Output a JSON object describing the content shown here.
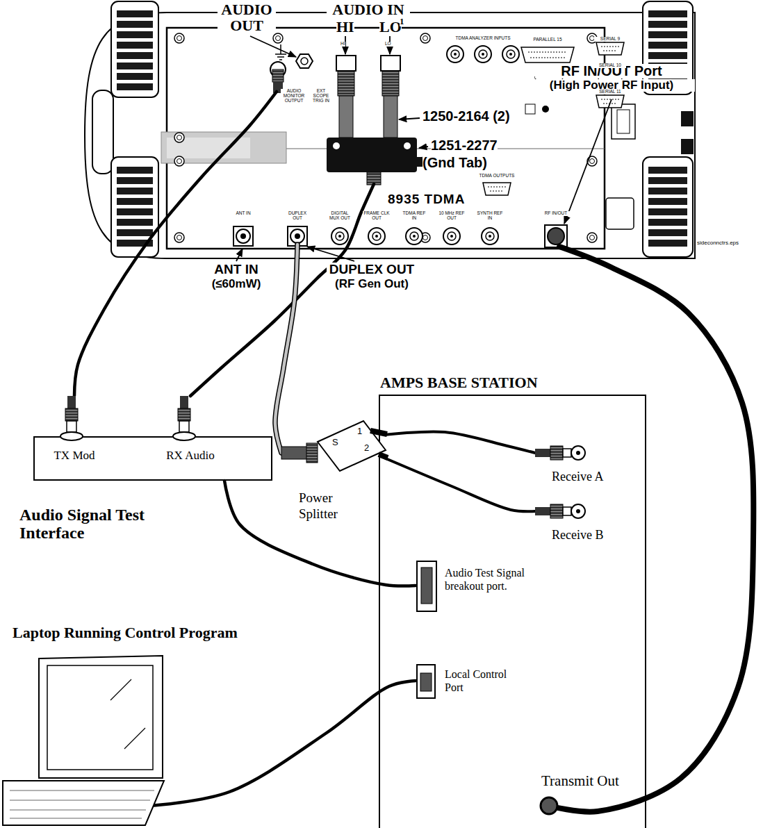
{
  "diagram": {
    "nodes": [
      {
        "text": [
          "8935 TDMA"
        ]
      },
      {
        "text": [
          "AMPS BASE STATION"
        ]
      },
      {
        "text": [
          "Power Splitter"
        ]
      },
      {
        "text": [
          "Receive A"
        ],
        "in": 1
      },
      {
        "text": [
          "Receive B"
        ],
        "in": 1
      },
      {
        "text": [
          "Audio Test Signal breakout port."
        ],
        "in": 1
      },
      {
        "text": [
          "Local Control Port"
        ],
        "in": 1
      },
      {
        "text": [
          "Transmit Out"
        ],
        "in": 1
      },
      {
        "text": [
          "Audio Signal Test Interface"
        ]
      },
      {
        "text": [
          "TX Mod"
        ],
        "in": 8
      },
      {
        "text": [
          "RX Audio"
        ],
        "in": 8
      },
      {
        "text": [
          "Laptop Running Control Program"
        ]
      }
    ],
    "edges": [
      {
        "from": 0,
        "to": 9,
        "arrow": "none"
      },
      {
        "from": 0,
        "to": 10,
        "arrow": "none"
      },
      {
        "from": 0,
        "to": 2,
        "arrow": "none"
      },
      {
        "from": 2,
        "to": 3,
        "arrow": "none"
      },
      {
        "from": 2,
        "to": 4,
        "arrow": "none"
      },
      {
        "from": 8,
        "to": 5,
        "arrow": "none"
      },
      {
        "from": 11,
        "to": 6,
        "arrow": "none"
      },
      {
        "from": 7,
        "to": 0,
        "arrow": "none"
      }
    ],
    "labels": [
      "AUDIO OUT",
      "AUDIO IN",
      "HI",
      "LO",
      "1",
      "1250-2164 (2)",
      "1251-2277",
      "(Gnd Tab)",
      "RF IN/OUT Port",
      "(High Power RF Input)",
      "ANT IN",
      "(≤60mW)",
      "DUPLEX OUT",
      "(RF Gen Out)",
      "S",
      "1",
      "2",
      "sideconnctrs.eps",
      "AUDIO MONITOR OUTPUT",
      "EXT SCOPE TRIG IN",
      "HI",
      "LO",
      "TDMA ANALYZER INPUTS",
      "PARALLEL 15",
      "SERIAL 9",
      "SERIAL 10",
      "SERIAL 11",
      "TDMA OUTPUTS",
      "ANT IN",
      "DUPLEX OUT",
      "DIGITAL MUX OUT",
      "FRAME CLK OUT",
      "TDMA REF IN",
      "10 MHz REF OUT",
      "SYNTH REF IN",
      "RF IN/OUT"
    ]
  }
}
